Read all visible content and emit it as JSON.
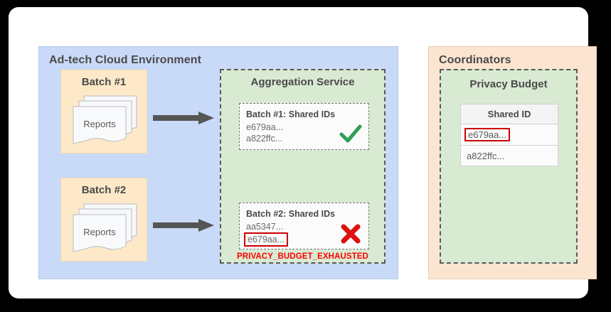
{
  "diagram": {
    "panels": {
      "adtech": {
        "title": "Ad-tech Cloud Environment",
        "color": "#c9daf8"
      },
      "coordinators": {
        "title": "Coordinators",
        "color": "#fce5d0"
      }
    },
    "batches": [
      {
        "label": "Batch #1",
        "docs_label": "Reports"
      },
      {
        "label": "Batch #2",
        "docs_label": "Reports"
      }
    ],
    "aggregation_service": {
      "title": "Aggregation Service",
      "color": "#d9ead3",
      "cards": [
        {
          "title": "Batch #1: Shared IDs",
          "ids": [
            "e679aa...",
            "a822ffc..."
          ],
          "flagged_id": null,
          "status": "check-mark",
          "status_color": "#2e9e4f"
        },
        {
          "title": "Batch #2: Shared IDs",
          "ids": [
            "aa5347...",
            "e679aa..."
          ],
          "flagged_id": "e679aa...",
          "status": "cross-mark",
          "status_color": "#dd1111"
        }
      ],
      "error_text": "PRIVACY_BUDGET_EXHAUSTED",
      "error_color": "#ff0000"
    },
    "privacy_budget": {
      "title": "Privacy Budget",
      "color": "#d9ead3",
      "table": {
        "header": "Shared ID",
        "rows": [
          {
            "value": "e679aa...",
            "highlighted": true
          },
          {
            "value": "a822ffc...",
            "highlighted": false
          }
        ],
        "highlight_color": "#cc0000"
      }
    },
    "arrows": [
      {
        "from": "Batch #1",
        "to": "Aggregation Service",
        "color": "#555555"
      },
      {
        "from": "Batch #2",
        "to": "Aggregation Service",
        "color": "#555555"
      }
    ]
  }
}
